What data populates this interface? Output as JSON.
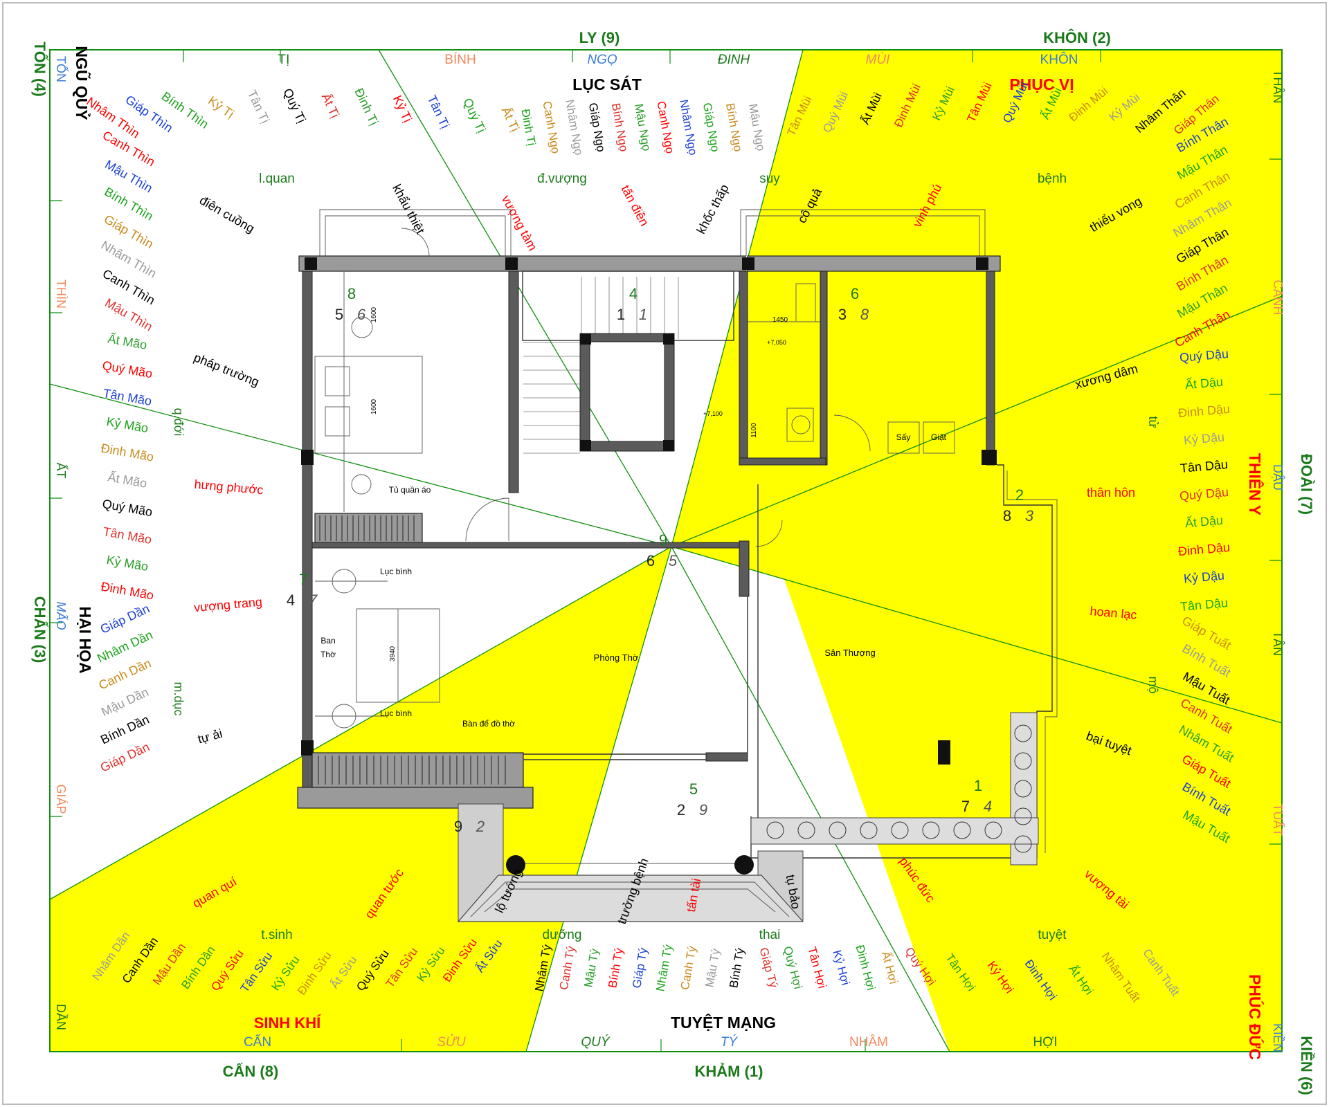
{
  "colors": {
    "yellow": "#ffff00",
    "green": "#1a7a1a",
    "line_green": "#108f10",
    "red": "#ff0000",
    "blue": "#1b3fd6",
    "orange": "#f08a5d",
    "gray": "#9a9a9a",
    "black": "#000000"
  },
  "outer_labels": {
    "top": [
      "LY (9)",
      "KHÔN (2)"
    ],
    "bottom": [
      "CẤN (8)",
      "KHẢM (1)"
    ],
    "left": [
      "TỐN (4)",
      "CHẤN (3)"
    ],
    "right": [
      "ĐOÀI (7)",
      "KIỀN (6)"
    ]
  },
  "quality_labels": [
    {
      "id": "luc-sat",
      "text": "LỤC SÁT"
    },
    {
      "id": "phuc-vi",
      "text": "PHỤC VỊ"
    },
    {
      "id": "thien-y",
      "text": "THIÊN Y"
    },
    {
      "id": "phuc-duc",
      "text": "PHÚC ĐỨC"
    },
    {
      "id": "tuyet-mang",
      "text": "TUYỆT MẠNG"
    },
    {
      "id": "sinh-khi",
      "text": "SINH KHÍ"
    },
    {
      "id": "hai-hoa",
      "text": "HẠI HỌA"
    },
    {
      "id": "ngu-quy",
      "text": "NGŨ QUỶ"
    }
  ],
  "mountains": {
    "top": [
      "TỊ",
      "BÍNH",
      "NGỌ",
      "ĐINH",
      "MÙI",
      "KHÔN"
    ],
    "bottom": [
      "CẤN",
      "SỬU",
      "QUÝ",
      "TÝ",
      "NHÂM",
      "HỢI"
    ],
    "left": [
      "TỐN",
      "THÌN",
      "ẤT",
      "MÃO",
      "GIÁP",
      "DẦN"
    ],
    "right": [
      "THÂN",
      "CANH",
      "DẬU",
      "TÂN",
      "TUẤT",
      "KIỀN"
    ]
  },
  "stage_labels": {
    "top": [
      "l.quan",
      "đ.vượng",
      "suy",
      "bệnh"
    ],
    "bottom": [
      "t.sinh",
      "dưỡng",
      "thai",
      "tuyệt"
    ],
    "left": [
      "q.đới",
      "m.dục"
    ],
    "right": [
      "tử",
      "mộ"
    ]
  },
  "star_words": [
    "điên cuồng",
    "khẩu thiệt",
    "vượng tàm",
    "tấn điền",
    "khốc thấp",
    "cô quả",
    "vinh phú",
    "thiểu vong",
    "pháp trường",
    "xương dâm",
    "hưng phước",
    "thân hôn",
    "vượng trang",
    "hoan lạc",
    "tự ải",
    "bại tuyệt",
    "quan quí",
    "quan tước",
    "lộ tướng",
    "trưởng bệnh",
    "tấn tài",
    "tụ bảo",
    "phúc đức",
    "vượng tài"
  ],
  "stems": {
    "top_left": [
      "Nhâm Thìn",
      "Giáp Thìn",
      "Bính Thìn",
      "Kỷ Tị",
      "Tân Tị",
      "Quý Tị",
      "Ất Tị",
      "Đinh Tị",
      "Kỷ Tị",
      "Tân Tị",
      "Quý Tị",
      "Ất Tị"
    ],
    "top_mid": [
      "Đinh Tị",
      "Canh Ngọ",
      "Nhâm Ngọ",
      "Giáp Ngọ",
      "Bính Ngọ",
      "Mậu Ngọ",
      "Canh Ngọ",
      "Nhâm Ngọ",
      "Giáp Ngọ",
      "Bính Ngọ",
      "Mậu Ngọ"
    ],
    "top_right": [
      "Tân Mùi",
      "Quý Mùi",
      "Ất Mùi",
      "Đinh Mùi",
      "Kỷ Mùi",
      "Tân Mùi",
      "Quý Mùi",
      "Ất Mùi",
      "Đinh Mùi",
      "Kỷ Mùi",
      "Nhâm Thân",
      "Giáp Thân"
    ],
    "left": [
      "Canh Thìn",
      "Mậu Thìn",
      "Bính Thìn",
      "Giáp Thìn",
      "Nhâm Thìn",
      "Canh Thìn",
      "Mậu Thìn",
      "Ất Mão",
      "Quý Mão",
      "Tân Mão",
      "Kỷ Mão",
      "Đinh Mão",
      "Ất Mão",
      "Quý Mão",
      "Tân Mão",
      "Kỷ Mão",
      "Đinh Mão",
      "Giáp Dần",
      "Nhâm Dần",
      "Canh Dần",
      "Mậu Dần",
      "Bính Dần",
      "Giáp Dần"
    ],
    "right": [
      "Bính Thân",
      "Mậu Thân",
      "Canh Thân",
      "Nhâm Thân",
      "Giáp Thân",
      "Bính Thân",
      "Mậu Thân",
      "Canh Thân",
      "Quý Dậu",
      "Ất Dậu",
      "Đinh Dậu",
      "Kỷ Dậu",
      "Tân Dậu",
      "Quý Dậu",
      "Ất Dậu",
      "Đinh Dậu",
      "Kỷ Dậu",
      "Tân Dậu",
      "Giáp Tuất",
      "Bính Tuất",
      "Mậu Tuất",
      "Canh Tuất",
      "Nhâm Tuất",
      "Giáp Tuất",
      "Bính Tuất",
      "Mậu Tuất"
    ],
    "bottom_left": [
      "Nhâm Dần",
      "Canh Dần",
      "Mậu Dần",
      "Bính Dần",
      "Quý Sửu",
      "Tân Sửu",
      "Kỷ Sửu",
      "Đinh Sửu",
      "Ất Sửu",
      "Quý Sửu",
      "Tân Sửu",
      "Kỷ Sửu",
      "Đinh Sửu",
      "Ất Sửu"
    ],
    "bottom_mid": [
      "Nhâm Tý",
      "Canh Tý",
      "Mậu Tý",
      "Bính Tý",
      "Giáp Tý",
      "Nhâm Tý",
      "Canh Tý",
      "Mậu Tý",
      "Bính Tý",
      "Giáp Tý",
      "Quý Hợi",
      "Tân Hợi",
      "Kỷ Hợi",
      "Đinh Hợi",
      "Ất Hợi"
    ],
    "bottom_right": [
      "Quý Hợi",
      "Tân Hợi",
      "Kỷ Hợi",
      "Đinh Hợi",
      "Ất Hợi",
      "Nhâm Tuất",
      "Canh Tuất"
    ]
  },
  "rooms": {
    "san_thuong": "Sân Thượng",
    "phong_tho": "Phòng Thờ",
    "tu_quan_ao": "Tủ quần áo",
    "ban_tho": [
      "Ban",
      "Thờ"
    ],
    "luc_binh_1": "Lục bình",
    "luc_binh_2": "Lục bình",
    "ban_de_do_tho": "Bàn để đồ thờ",
    "say": "Sấy",
    "giat": "Giặt"
  },
  "dims": {
    "d1600a": "1600",
    "d1600b": "1600",
    "d1450": "1450",
    "d7050": "+7,050",
    "d7100": "+7,100",
    "d1100": "1100",
    "d3940": "3940"
  },
  "flying_stars": [
    {
      "id": "nw-room",
      "top": "8",
      "left": "5",
      "right": "6"
    },
    {
      "id": "n-stair",
      "top": "4",
      "left": "1",
      "right": "1"
    },
    {
      "id": "ne-wc",
      "top": "6",
      "left": "3",
      "right": "8"
    },
    {
      "id": "e-terrace",
      "top": "2",
      "left": "8",
      "right": "3"
    },
    {
      "id": "center",
      "top": "9",
      "left": "6",
      "right": "5"
    },
    {
      "id": "w-altar",
      "top": "7",
      "left": "4",
      "right": "7"
    },
    {
      "id": "s-stair",
      "top": "",
      "left": "9",
      "right": "2"
    },
    {
      "id": "s-center",
      "top": "5",
      "left": "2",
      "right": "9"
    },
    {
      "id": "se-terrace",
      "top": "1",
      "left": "7",
      "right": "4"
    }
  ]
}
